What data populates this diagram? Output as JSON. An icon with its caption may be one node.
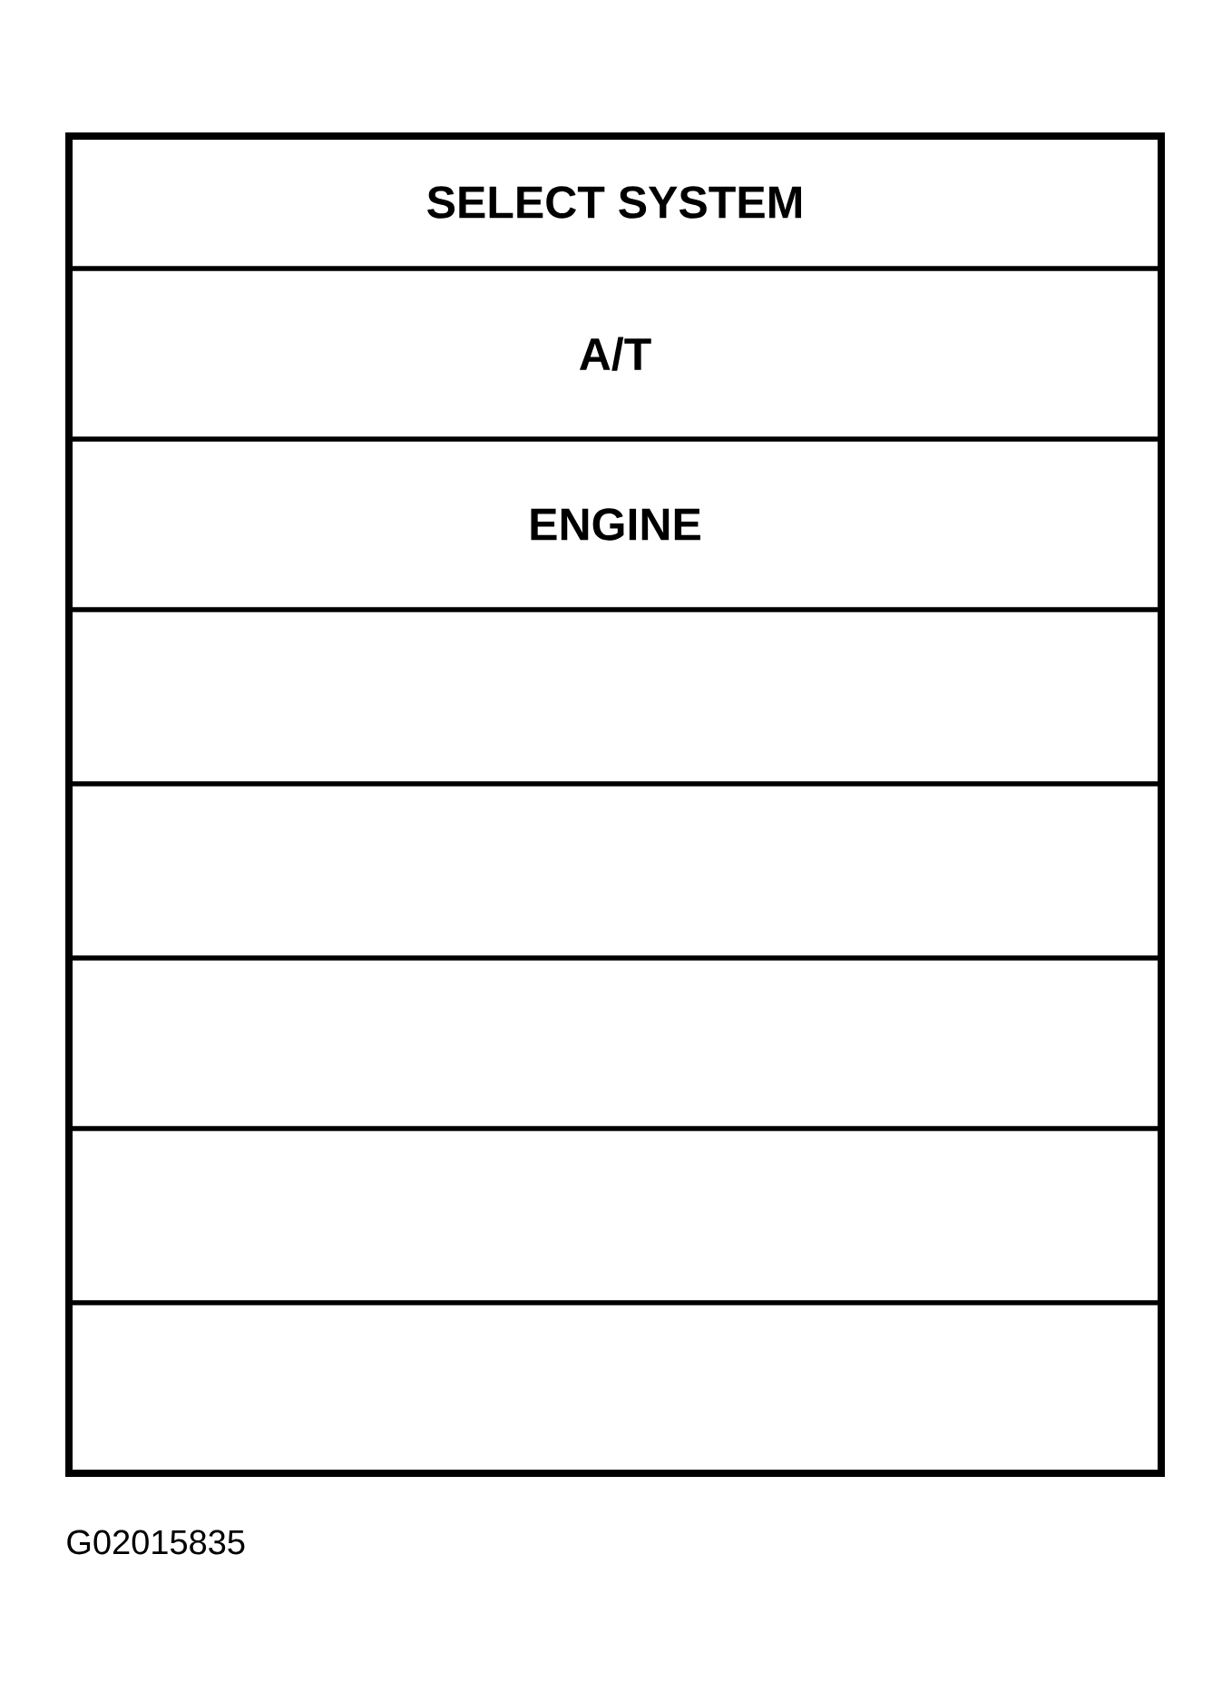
{
  "diagram": {
    "nodes": [
      {
        "text": [],
        "shape": "box"
      },
      {
        "text": [
          "SELECT SYSTEM"
        ],
        "in": 0
      },
      {
        "text": [
          "A/T"
        ],
        "in": 0
      },
      {
        "text": [
          "ENGINE"
        ],
        "in": 0
      },
      {
        "text": [],
        "shape": "box",
        "in": 0
      },
      {
        "text": [],
        "shape": "box",
        "in": 0
      },
      {
        "text": [],
        "shape": "box",
        "in": 0
      },
      {
        "text": [],
        "shape": "box",
        "in": 0
      },
      {
        "text": [],
        "shape": "box",
        "in": 0
      }
    ],
    "labels": [
      "G02015835"
    ]
  }
}
